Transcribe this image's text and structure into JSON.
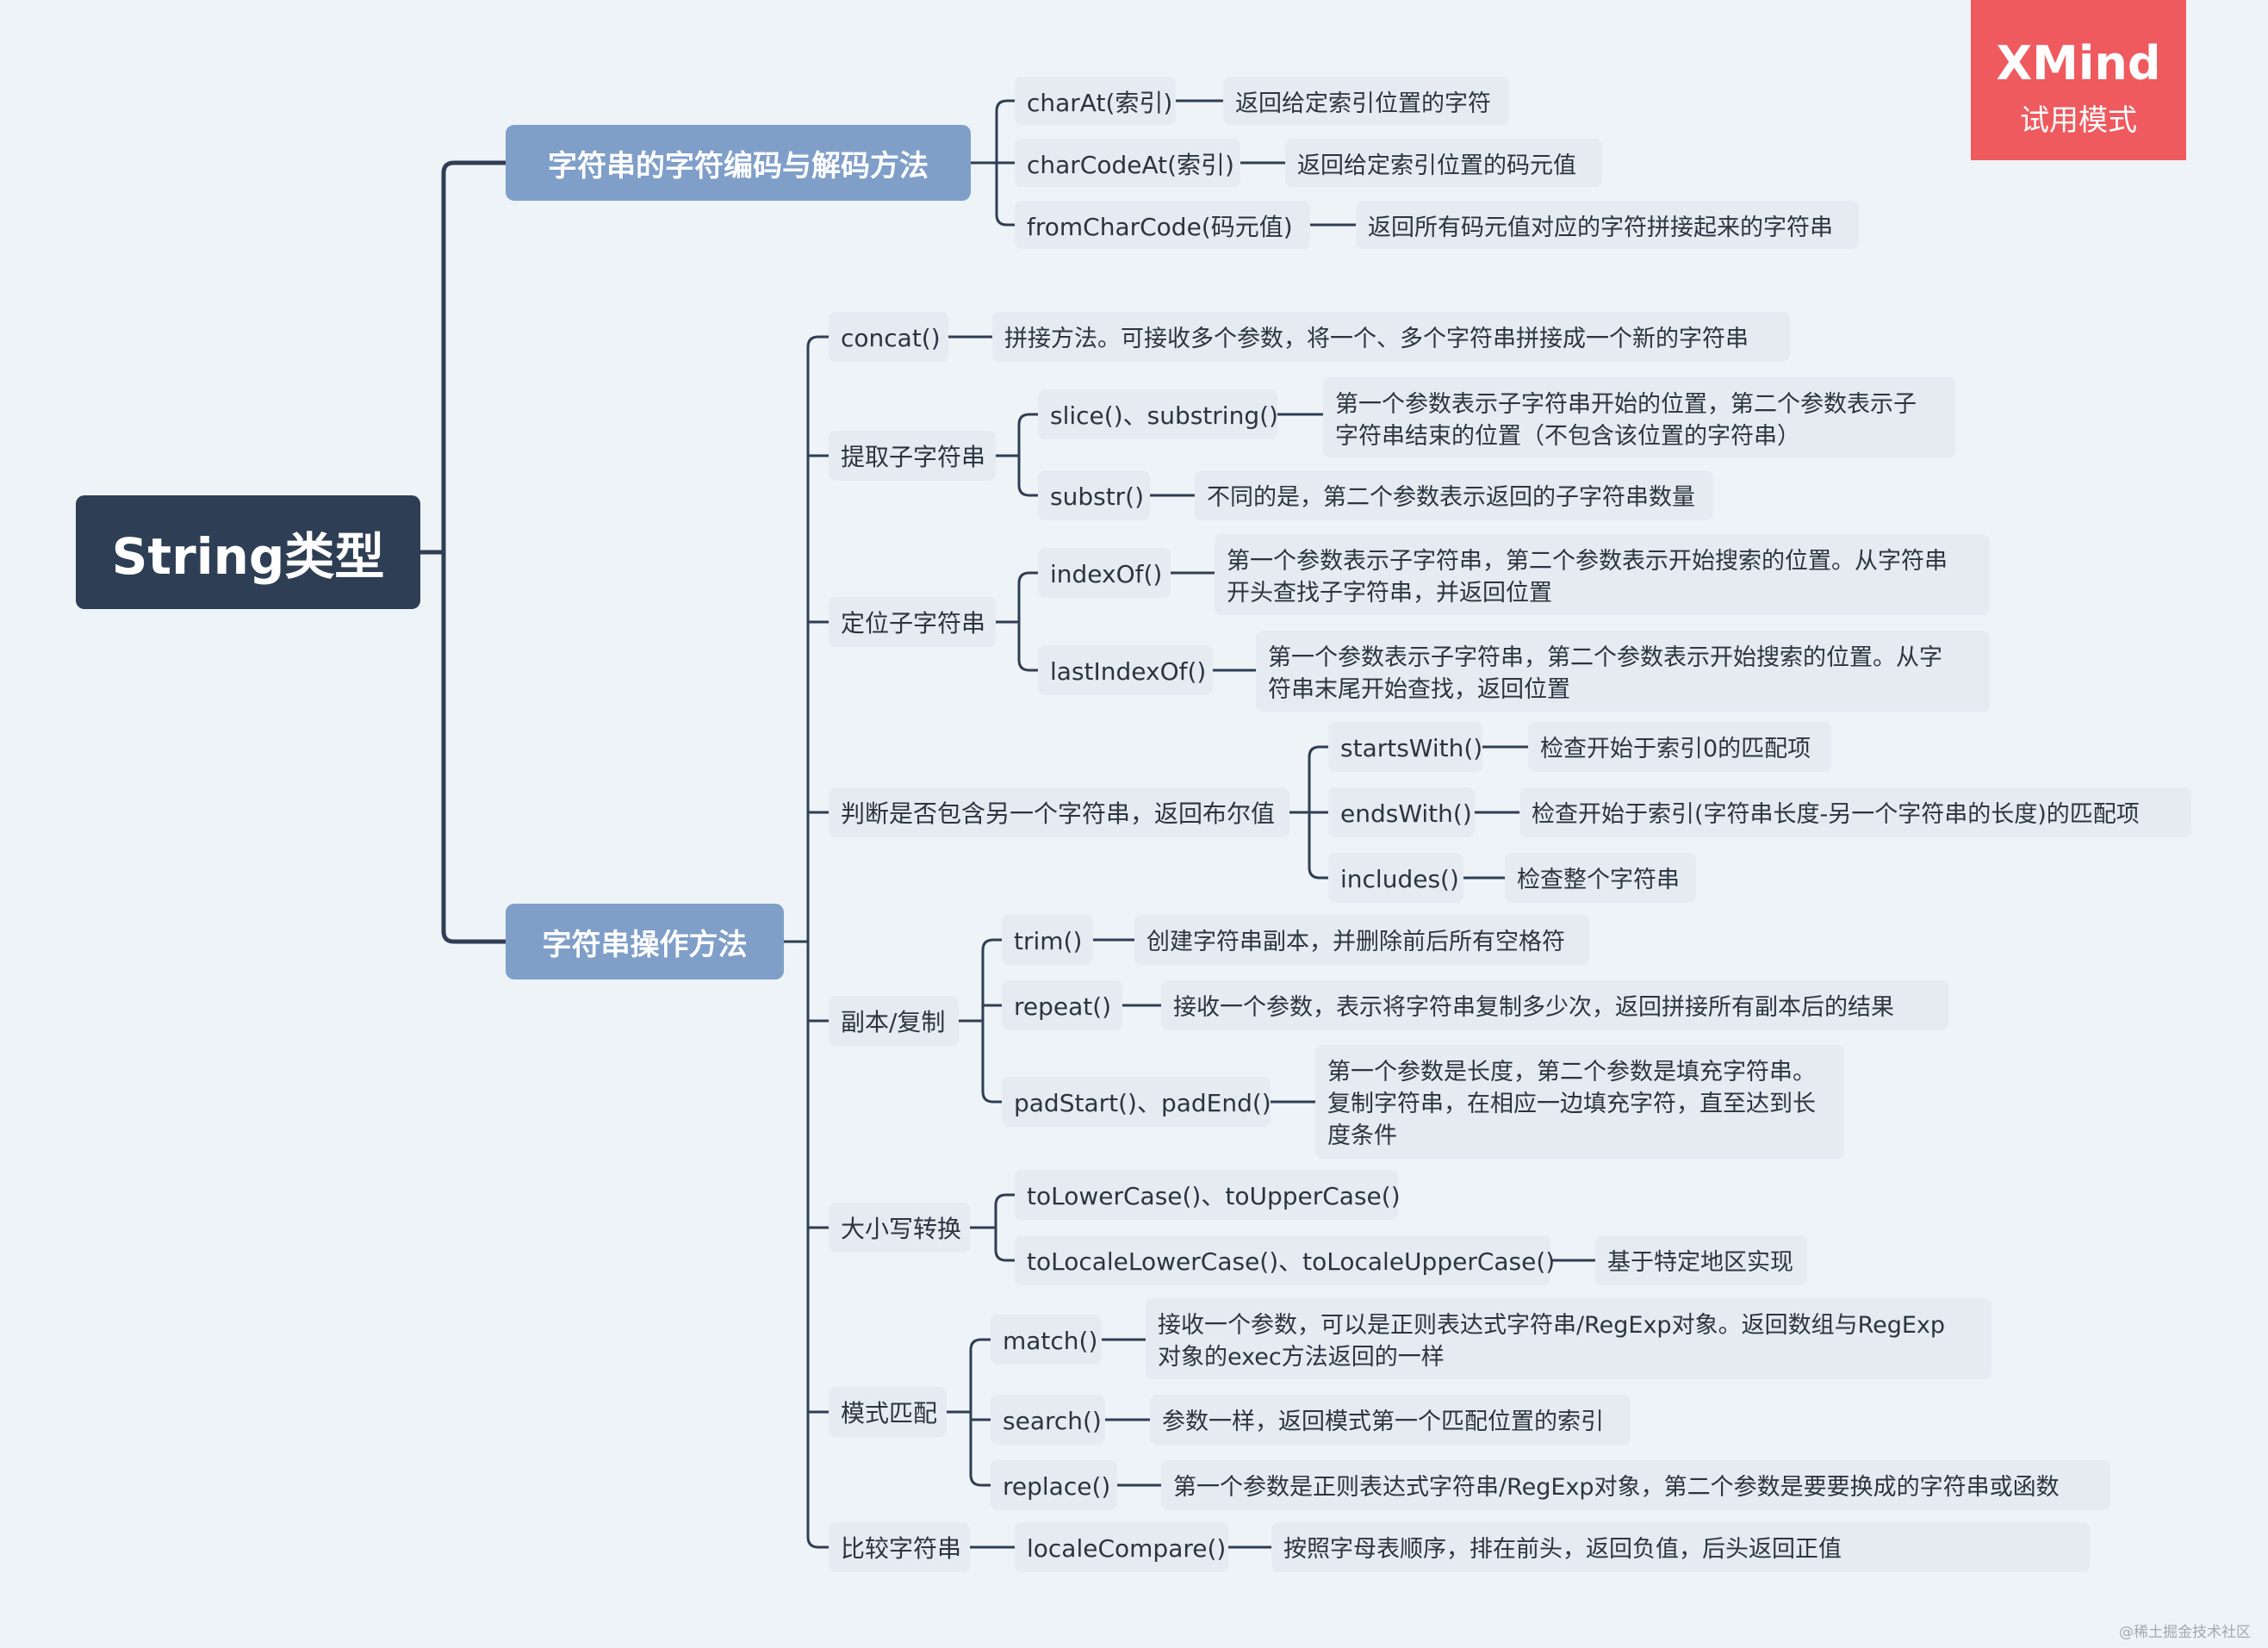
{
  "root": "String类型",
  "encoding": {
    "label": "字符串的字符编码与解码方法",
    "items": [
      {
        "name": "charAt(索引)",
        "desc": "返回给定索引位置的字符"
      },
      {
        "name": "charCodeAt(索引)",
        "desc": "返回给定索引位置的码元值"
      },
      {
        "name": "fromCharCode(码元值)",
        "desc": "返回所有码元值对应的字符拼接起来的字符串"
      }
    ]
  },
  "ops": {
    "label": "字符串操作方法",
    "concat": {
      "name": "concat()",
      "desc": "拼接方法。可接收多个参数，将一个、多个字符串拼接成一个新的字符串"
    },
    "extract": {
      "label": "提取子字符串",
      "items": [
        {
          "name": "slice()、substring()",
          "desc": "第一个参数表示子字符串开始的位置，第二个参数表示子\n字符串结束的位置（不包含该位置的字符串）"
        },
        {
          "name": "substr()",
          "desc": "不同的是，第二个参数表示返回的子字符串数量"
        }
      ]
    },
    "locate": {
      "label": "定位子字符串",
      "items": [
        {
          "name": "indexOf()",
          "desc": "第一个参数表示子字符串，第二个参数表示开始搜索的位置。从字符串\n开头查找子字符串，并返回位置"
        },
        {
          "name": "lastIndexOf()",
          "desc": "第一个参数表示子字符串，第二个参数表示开始搜索的位置。从字\n符串末尾开始查找，返回位置"
        }
      ]
    },
    "contains": {
      "label": "判断是否包含另一个字符串，返回布尔值",
      "items": [
        {
          "name": "startsWith()",
          "desc": "检查开始于索引0的匹配项"
        },
        {
          "name": "endsWith()",
          "desc": "检查开始于索引(字符串长度-另一个字符串的长度)的匹配项"
        },
        {
          "name": "includes()",
          "desc": "检查整个字符串"
        }
      ]
    },
    "copy": {
      "label": "副本/复制",
      "items": [
        {
          "name": "trim()",
          "desc": "创建字符串副本，并删除前后所有空格符"
        },
        {
          "name": "repeat()",
          "desc": "接收一个参数，表示将字符串复制多少次，返回拼接所有副本后的结果"
        },
        {
          "name": "padStart()、padEnd()",
          "desc": "第一个参数是长度，第二个参数是填充字符串。\n复制字符串，在相应一边填充字符，直至达到长\n度条件"
        }
      ]
    },
    "case": {
      "label": "大小写转换",
      "items": [
        {
          "name": "toLowerCase()、toUpperCase()"
        },
        {
          "name": "toLocaleLowerCase()、toLocaleUpperCase()",
          "desc": "基于特定地区实现"
        }
      ]
    },
    "pattern": {
      "label": "模式匹配",
      "items": [
        {
          "name": "match()",
          "desc": "接收一个参数，可以是正则表达式字符串/RegExp对象。返回数组与RegExp\n对象的exec方法返回的一样"
        },
        {
          "name": "search()",
          "desc": "参数一样，返回模式第一个匹配位置的索引"
        },
        {
          "name": "replace()",
          "desc": "第一个参数是正则表达式字符串/RegExp对象，第二个参数是要要换成的字符串或函数"
        }
      ]
    },
    "compare": {
      "label": "比较字符串",
      "items": [
        {
          "name": "localeCompare()",
          "desc": "按照字母表顺序，排在前头，返回负值，后头返回正值"
        }
      ]
    }
  },
  "watermark": {
    "brand": "XMind",
    "mode": "试用模式"
  },
  "credit": "@稀土掘金技术社区",
  "colors": {
    "root": "#2e3e54",
    "main": "#7f9fc9",
    "line": "#2e3e54",
    "bg": "#eef3f7",
    "watermark": "#ef5a5f"
  }
}
